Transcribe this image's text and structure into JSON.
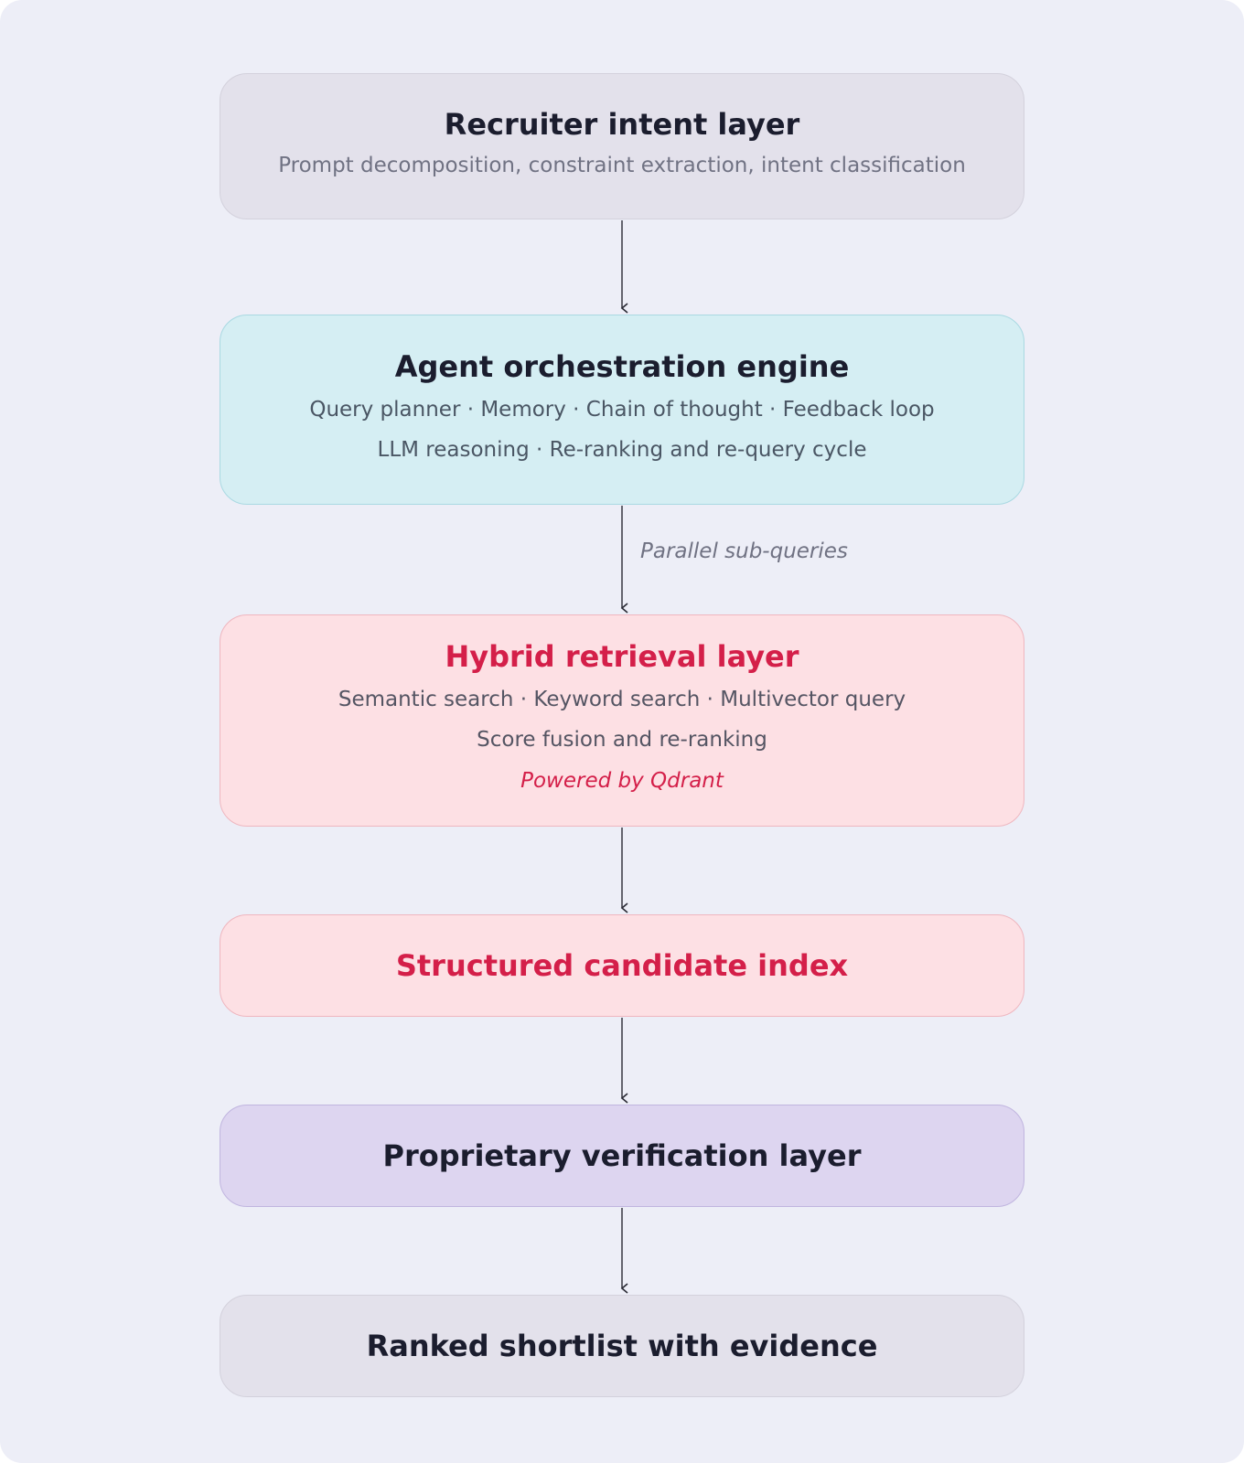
{
  "nodes": [
    {
      "title": "Recruiter intent layer",
      "lines": [
        "Prompt decomposition, constraint extraction, intent classification"
      ]
    },
    {
      "title": "Agent orchestration engine",
      "lines": [
        "Query planner · Memory · Chain of thought · Feedback loop",
        "LLM reasoning · Re-ranking and re-query cycle"
      ]
    },
    {
      "title": "Hybrid retrieval layer",
      "lines": [
        "Semantic search · Keyword search · Multivector query",
        "Score fusion and re-ranking"
      ],
      "note": "Powered by Qdrant"
    },
    {
      "title": "Structured candidate index"
    },
    {
      "title": "Proprietary verification layer"
    },
    {
      "title": "Ranked shortlist with evidence"
    }
  ],
  "edges": [
    {
      "from": 0,
      "to": 1,
      "label": ""
    },
    {
      "from": 1,
      "to": 2,
      "label": "Parallel sub-queries"
    },
    {
      "from": 2,
      "to": 3,
      "label": ""
    },
    {
      "from": 3,
      "to": 4,
      "label": ""
    },
    {
      "from": 4,
      "to": 5,
      "label": ""
    }
  ],
  "colors": {
    "background": "#edeef7",
    "accent": "#d41f49",
    "teal_fill": "#d5eef3",
    "pink_fill": "#fde0e4",
    "lavender_fill": "#ddd5f0",
    "grey_fill": "#e3e1eb",
    "arrow": "#2a2a35"
  }
}
